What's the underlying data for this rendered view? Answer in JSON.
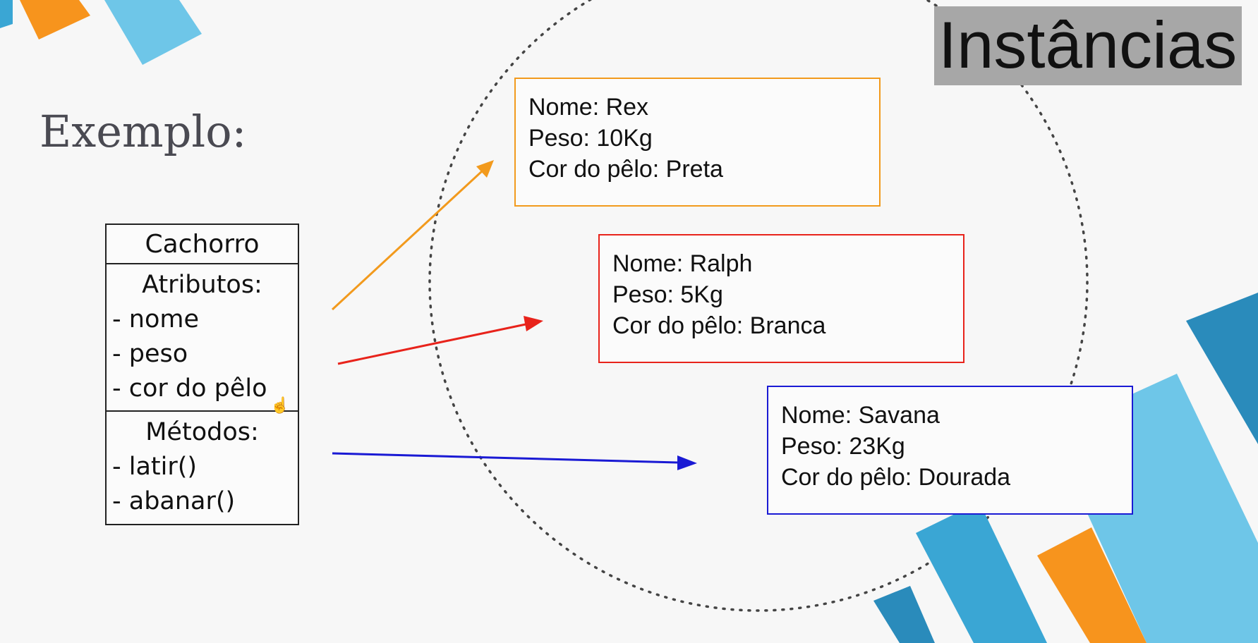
{
  "slide": {
    "title": "Instâncias",
    "heading": "Exemplo:"
  },
  "uml_class": {
    "name": "Cachorro",
    "attributes_title": "Atributos:",
    "attributes": [
      "- nome",
      "- peso",
      "- cor do pêlo"
    ],
    "methods_title": "Métodos:",
    "methods": [
      "- latir()",
      "- abanar()"
    ]
  },
  "instances": [
    {
      "lines": [
        "Nome: Rex",
        "Peso: 10Kg",
        "Cor do pêlo: Preta"
      ],
      "border_color": "#f29a1d"
    },
    {
      "lines": [
        "Nome: Ralph",
        "Peso: 5Kg",
        "Cor do pêlo: Branca"
      ],
      "border_color": "#e8231b"
    },
    {
      "lines": [
        "Nome: Savana",
        "Peso: 23Kg",
        "Cor do pêlo: Dourada"
      ],
      "border_color": "#1a1ad4"
    }
  ],
  "colors": {
    "light_blue": "#6ec6e8",
    "mid_blue": "#3aa6d4",
    "dark_blue": "#2a8bbb",
    "orange": "#f7941d",
    "title_background": "#a7a7a7"
  },
  "icons": {
    "cursor": "hand-cursor-icon"
  }
}
